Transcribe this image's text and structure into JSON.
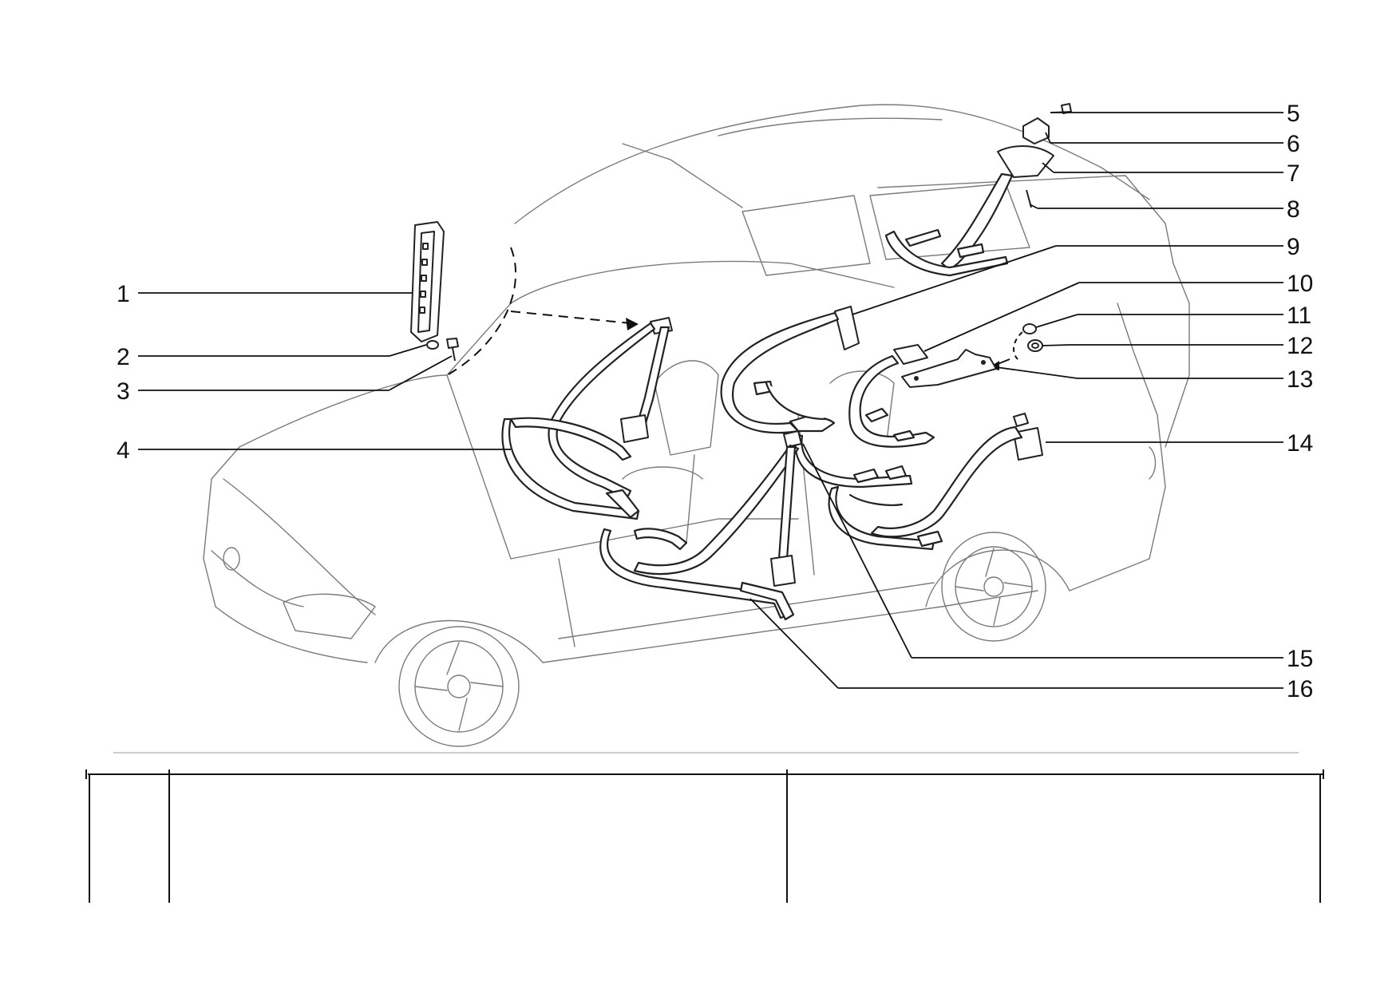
{
  "callouts": [
    {
      "label": "1"
    },
    {
      "label": "2"
    },
    {
      "label": "3"
    },
    {
      "label": "4"
    },
    {
      "label": "5"
    },
    {
      "label": "6"
    },
    {
      "label": "7"
    },
    {
      "label": "8"
    },
    {
      "label": "9"
    },
    {
      "label": "10"
    },
    {
      "label": "11"
    },
    {
      "label": "12"
    },
    {
      "label": "13"
    },
    {
      "label": "14"
    },
    {
      "label": "15"
    },
    {
      "label": "16"
    }
  ],
  "colors": {
    "line": "#111111",
    "car_outline": "#7a7a7a",
    "separator": "#cccccc",
    "background": "#ffffff"
  }
}
